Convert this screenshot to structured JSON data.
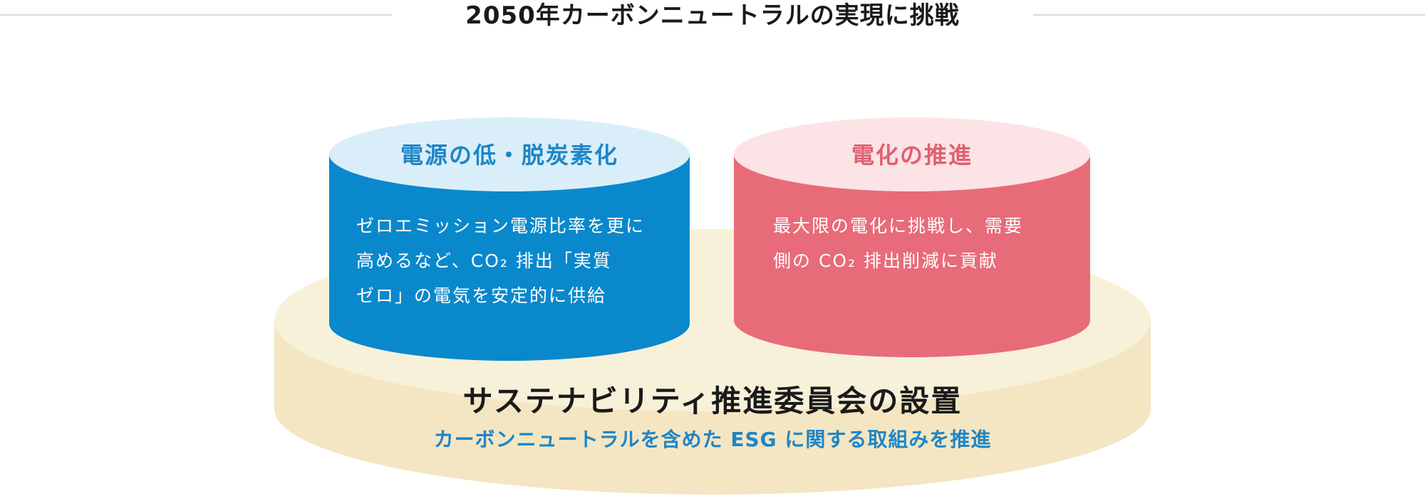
{
  "title": "2050年カーボンニュートラルの実現に挑戦",
  "pillars": [
    {
      "title": "電源の低・脱炭素化",
      "lines": [
        "ゼロエミッション電源比率を更に",
        "高めるなど、CO₂ 排出「実質",
        "ゼロ」の電気を安定的に供給"
      ]
    },
    {
      "title": "電化の推進",
      "lines": [
        "最大限の電化に挑戦し、需要",
        "側の CO₂ 排出削減に貢献"
      ]
    }
  ],
  "base": {
    "title": "サステナビリティ推進委員会の設置",
    "subtitle": "カーボンニュートラルを含めた ESG に関する取組みを推進"
  },
  "colors": {
    "blue_body": "#0a88cc",
    "blue_top": "#d9eef9",
    "red_body": "#e86b79",
    "red_top": "#fbe3e6",
    "base_top": "#f8f1d9",
    "base_side": "#f4e6c2",
    "title_accent_blue": "#1d86c7"
  }
}
